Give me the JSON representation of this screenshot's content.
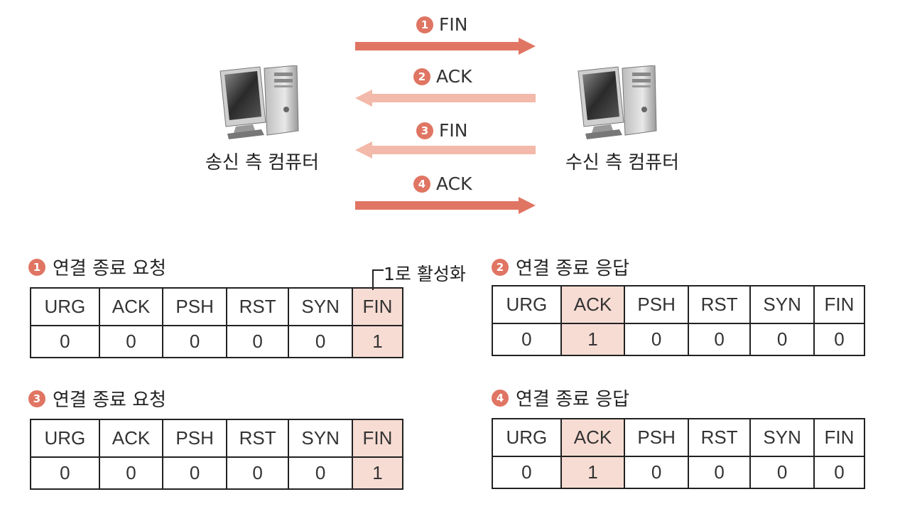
{
  "colors": {
    "arrow_dark": "#e07563",
    "arrow_light": "#f3b9aa",
    "badge": "#e07563",
    "highlight": "#f7dcd3"
  },
  "arrows": [
    {
      "num": "1",
      "label": "FIN",
      "direction": "right",
      "shade": "dark"
    },
    {
      "num": "2",
      "label": "ACK",
      "direction": "left",
      "shade": "light"
    },
    {
      "num": "3",
      "label": "FIN",
      "direction": "left",
      "shade": "light"
    },
    {
      "num": "4",
      "label": "ACK",
      "direction": "right",
      "shade": "dark"
    }
  ],
  "computers": {
    "sender_label": "송신 측 컴퓨터",
    "receiver_label": "수신 측 컴퓨터",
    "icon": "desktop-computer-icon"
  },
  "callout": "1로 활성화",
  "flag_headers": [
    "URG",
    "ACK",
    "PSH",
    "RST",
    "SYN",
    "FIN"
  ],
  "tables": [
    {
      "num": "1",
      "title": "연결 종료 요청",
      "values": [
        "0",
        "0",
        "0",
        "0",
        "0",
        "1"
      ],
      "highlight": "FIN"
    },
    {
      "num": "2",
      "title": "연결 종료 응답",
      "values": [
        "0",
        "1",
        "0",
        "0",
        "0",
        "0"
      ],
      "highlight": "ACK"
    },
    {
      "num": "3",
      "title": "연결 종료 요청",
      "values": [
        "0",
        "0",
        "0",
        "0",
        "0",
        "1"
      ],
      "highlight": "FIN"
    },
    {
      "num": "4",
      "title": "연결 종료 응답",
      "values": [
        "0",
        "1",
        "0",
        "0",
        "0",
        "0"
      ],
      "highlight": "ACK"
    }
  ]
}
